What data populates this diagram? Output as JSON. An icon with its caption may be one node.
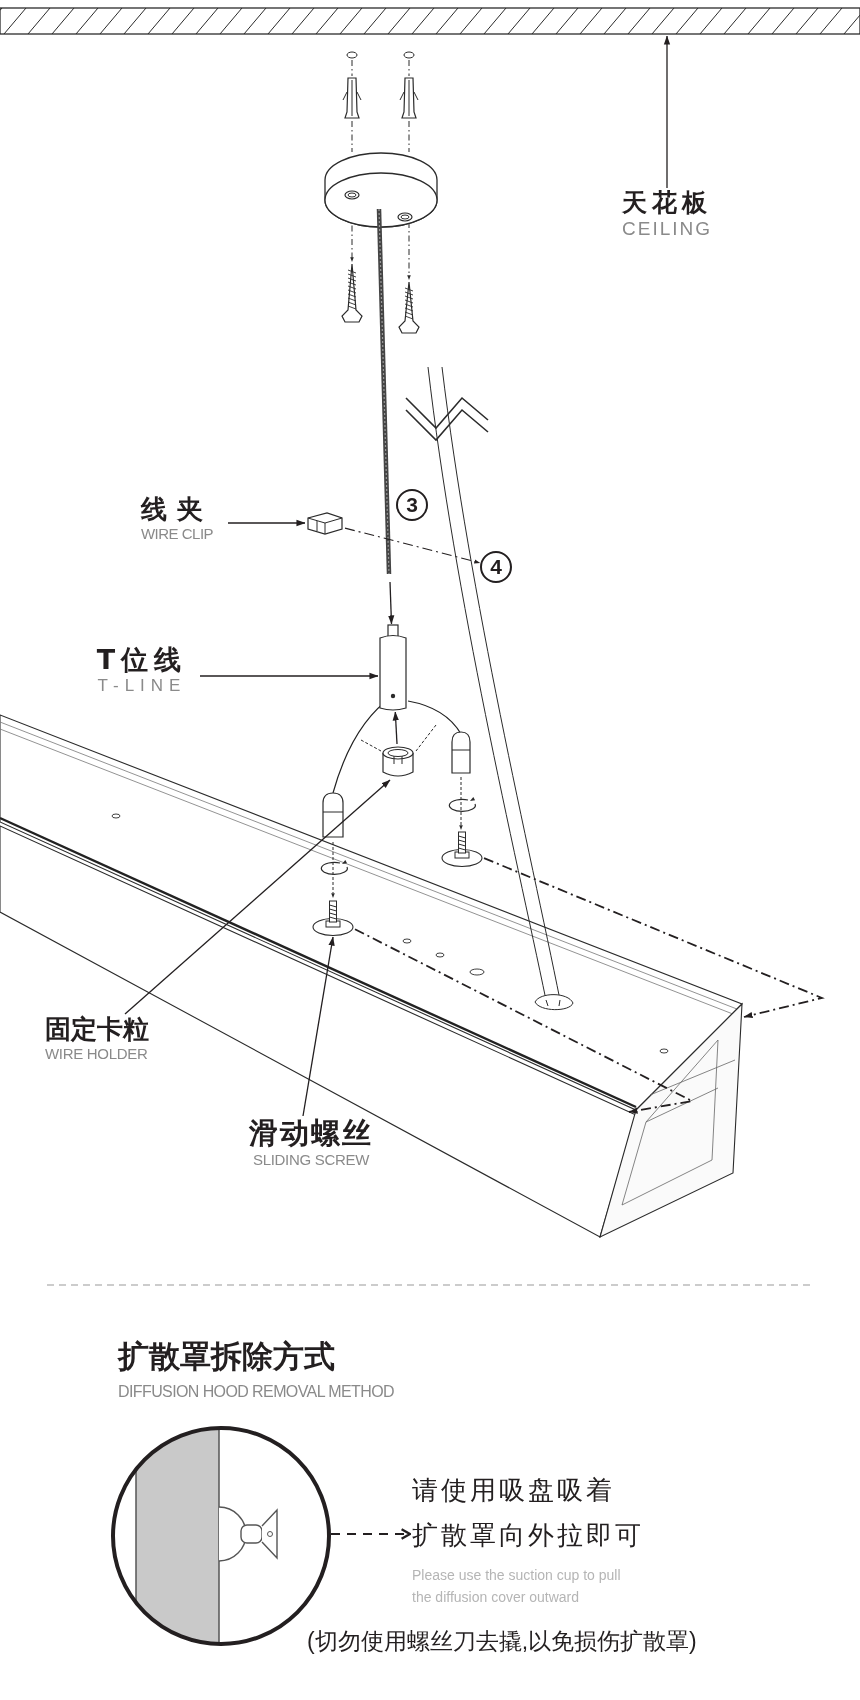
{
  "diagram": {
    "nodes": [
      {
        "text": [
          "天花板",
          "CEILING"
        ]
      },
      {
        "text": [],
        "shape": "bar"
      },
      {
        "text": [
          "线夹",
          "WIRE CLIP"
        ]
      },
      {
        "text": [],
        "shape": "picture"
      },
      {
        "text": [
          "T位线",
          "T-LINE"
        ]
      },
      {
        "text": [],
        "shape": "picture"
      },
      {
        "text": [
          "固定卡粒",
          "WIRE HOLDER"
        ]
      },
      {
        "text": [],
        "shape": "picture"
      },
      {
        "text": [
          "滑动螺丝",
          "SLIDING SCREW"
        ]
      },
      {
        "text": [],
        "shape": "picture"
      },
      {
        "text": [],
        "shape": "circle"
      },
      {
        "text": [
          "请使用吸盘吸着扩散罩向外拉即可",
          "Please use the suction cup to pull the diffusion cover outward"
        ]
      },
      {
        "text": [],
        "shape": "picture"
      },
      {
        "text": [
          "3"
        ]
      },
      {
        "text": [
          "4"
        ]
      }
    ],
    "edges": [
      {
        "from": 0,
        "to": 1,
        "arrow": "to"
      },
      {
        "from": 2,
        "to": 3,
        "arrow": "to"
      },
      {
        "from": 4,
        "to": 5,
        "arrow": "to"
      },
      {
        "from": 6,
        "to": 7,
        "arrow": "to"
      },
      {
        "from": 8,
        "to": 9,
        "arrow": "to"
      },
      {
        "from": 10,
        "to": 11,
        "arrow": "to",
        "style": "dashed"
      },
      {
        "from": 7,
        "to": 5,
        "arrow": "to"
      },
      {
        "from": null,
        "to": 5,
        "arrow": "to"
      },
      {
        "from": 3,
        "to": 14,
        "arrow": "to",
        "style": "dashed"
      },
      {
        "from": 12,
        "to": null,
        "arrow": "to",
        "style": "dashed"
      },
      {
        "from": 9,
        "to": null,
        "arrow": "to",
        "style": "dashed"
      }
    ],
    "labels": [
      "扩散罩拆除方式",
      "DIFFUSION HOOD REMOVAL METHOD",
      "(切勿使用螺丝刀去撬,以免损伤扩散罩)"
    ]
  }
}
